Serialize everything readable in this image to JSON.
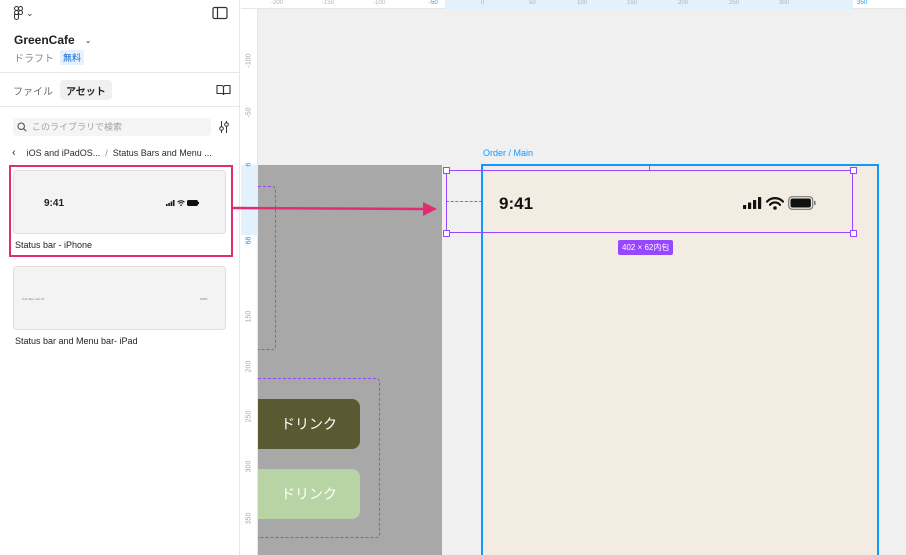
{
  "sidebar": {
    "file_name": "GreenCafe",
    "draft_label": "ドラフト",
    "plan_badge": "無料",
    "tabs": [
      {
        "label": "ファイル",
        "active": false
      },
      {
        "label": "アセット",
        "active": true
      }
    ],
    "search": {
      "placeholder": "このライブラリで検索",
      "value": ""
    },
    "breadcrumb": {
      "parent": "iOS and iPadOS...",
      "separator": "/",
      "current": "Status Bars and Menu ..."
    },
    "assets": [
      {
        "name": "Status bar - iPhone",
        "preview_time": "9:41",
        "highlighted": true
      },
      {
        "name": "Status bar and Menu bar- iPad",
        "preview_left": "9:41 Mon Jun 10",
        "preview_right": "100%"
      }
    ]
  },
  "canvas": {
    "ruler_top": [
      {
        "label": "-200",
        "active": false
      },
      {
        "label": "-150",
        "active": false
      },
      {
        "label": "-100",
        "active": false
      },
      {
        "label": "-50",
        "active": false
      },
      {
        "label": "0",
        "active": false
      },
      {
        "label": "50",
        "active": false
      },
      {
        "label": "100",
        "active": false
      },
      {
        "label": "150",
        "active": false
      },
      {
        "label": "200",
        "active": false
      },
      {
        "label": "250",
        "active": false
      },
      {
        "label": "300",
        "active": false
      },
      {
        "label": "350",
        "active": false
      }
    ],
    "ruler_left": [
      {
        "label": "-100",
        "active": false
      },
      {
        "label": "-50",
        "active": false
      },
      {
        "label": "6",
        "active": true
      },
      {
        "label": "68",
        "active": true
      },
      {
        "label": "150",
        "active": false
      },
      {
        "label": "200",
        "active": false
      },
      {
        "label": "250",
        "active": false
      },
      {
        "label": "300",
        "active": false
      },
      {
        "label": "350",
        "active": false
      }
    ],
    "drink_buttons": [
      "ドリンク",
      "ドリンク"
    ],
    "frame_label": "Order / Main",
    "status_bar_time": "9:41",
    "selection_size": "402 × 62内包",
    "colors": {
      "accent_blue": "#0d99ff",
      "selection_purple": "#9747ff",
      "highlight_pink": "#e12c74",
      "drink_dark": "#5a5a32",
      "drink_light": "#b8d4a4",
      "frame_bg": "#f3ece2"
    }
  },
  "icons": [
    "figma-logo-icon",
    "chevron-down-icon",
    "sidebar-toggle-icon",
    "book-icon",
    "search-icon",
    "filter-icon",
    "back-arrow-icon",
    "signal-icon",
    "wifi-icon",
    "battery-icon"
  ]
}
